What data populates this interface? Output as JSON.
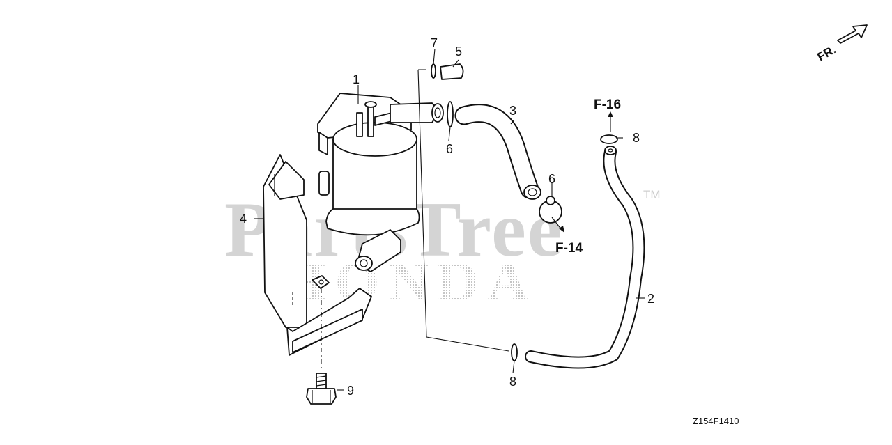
{
  "watermark": {
    "brand": "PartsTree",
    "trademark": "TM",
    "maker": "HONDA"
  },
  "front_indicator": {
    "label": "FR."
  },
  "diagram_code": "Z154F1410",
  "callouts": [
    {
      "id": "p1",
      "label": "1"
    },
    {
      "id": "p2",
      "label": "2"
    },
    {
      "id": "p3",
      "label": "3"
    },
    {
      "id": "p4",
      "label": "4"
    },
    {
      "id": "p5",
      "label": "5"
    },
    {
      "id": "p6a",
      "label": "6"
    },
    {
      "id": "p6b",
      "label": "6"
    },
    {
      "id": "p7",
      "label": "7"
    },
    {
      "id": "p8a",
      "label": "8"
    },
    {
      "id": "p8b",
      "label": "8"
    },
    {
      "id": "p9",
      "label": "9"
    }
  ],
  "references": [
    {
      "id": "f16",
      "label": "F-16"
    },
    {
      "id": "f14",
      "label": "F-14"
    }
  ]
}
